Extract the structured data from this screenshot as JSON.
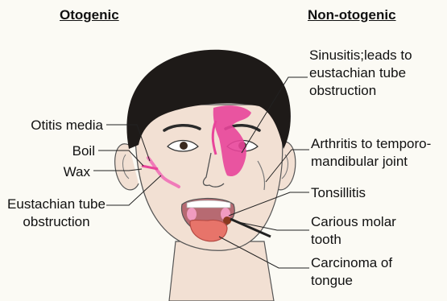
{
  "headings": {
    "otogenic": "Otogenic",
    "non_otogenic": "Non-otogenic"
  },
  "labels": {
    "otitis_media": "Otitis media",
    "boil": "Boil",
    "wax": "Wax",
    "eustachian_tube_obstruction": "Eustachian tube obstruction",
    "sinusitis": "Sinusitis;leads to eustachian tube obstruction",
    "arthritis": "Arthritis to temporo-mandibular joint",
    "tonsillitis": "Tonsillitis",
    "carious_molar_tooth": "Carious molar tooth",
    "carcinoma_of_tongue": "Carcinoma of tongue"
  },
  "colors": {
    "background": "#fbfaf4",
    "skin": "#f2e0d3",
    "hair": "#1e1a18",
    "highlight_pink": "#e8459a",
    "tongue": "#e7746a",
    "outline": "#2a2a2a"
  }
}
